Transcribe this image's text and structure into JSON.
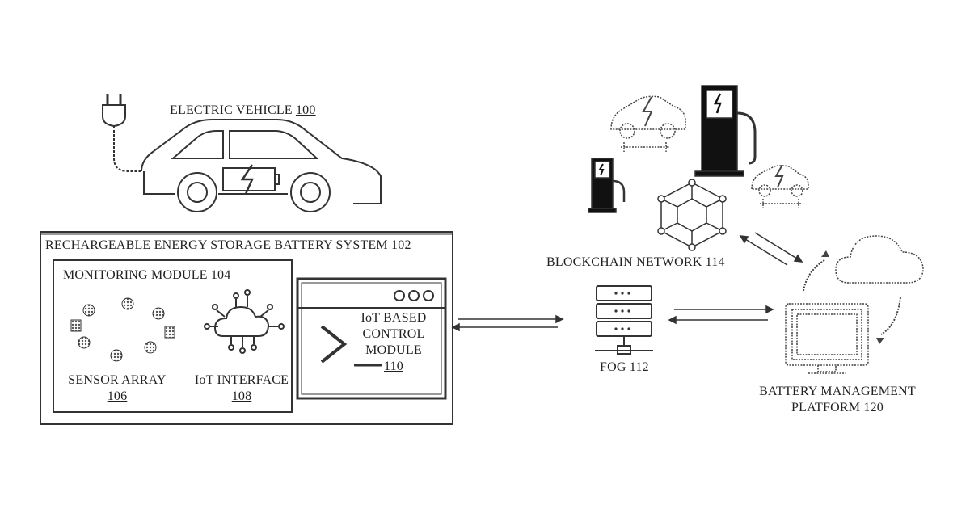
{
  "ev": {
    "title": "ELECTRIC VEHICLE",
    "ref": "100"
  },
  "ress": {
    "title": "RECHARGEABLE ENERGY STORAGE BATTERY SYSTEM",
    "ref": "102"
  },
  "monitoring": {
    "title": "MONITORING MODULE 104"
  },
  "sensor": {
    "title": "SENSOR ARRAY",
    "ref": "106"
  },
  "iot_interface": {
    "title": "IoT INTERFACE",
    "ref": "108"
  },
  "control": {
    "line1": "IoT BASED",
    "line2": "CONTROL",
    "line3": "MODULE",
    "ref": "110"
  },
  "fog": {
    "title": "FOG 112"
  },
  "blockchain": {
    "title": "BLOCKCHAIN NETWORK 114"
  },
  "bmp": {
    "line1": "BATTERY MANAGEMENT",
    "line2": "PLATFORM 120"
  }
}
